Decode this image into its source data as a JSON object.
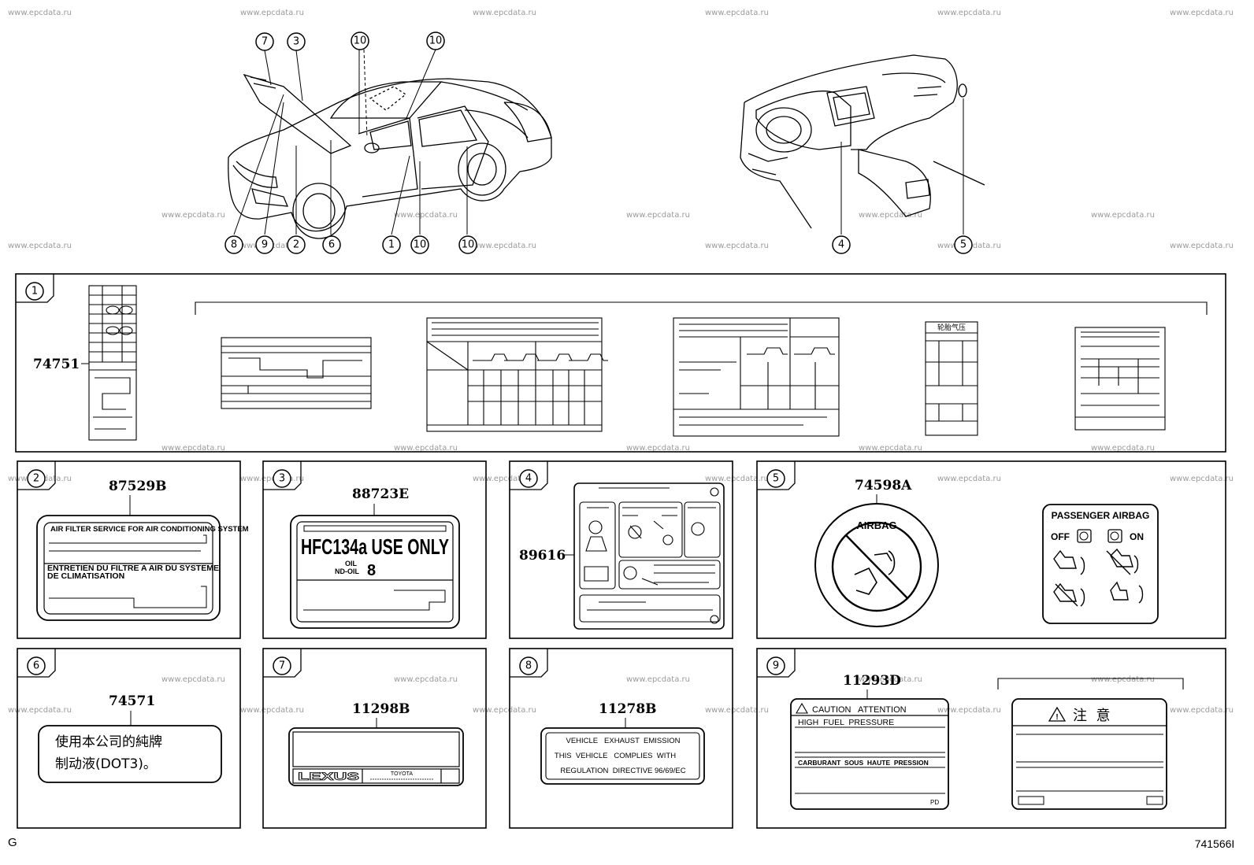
{
  "watermark": "www.epcdata.ru",
  "diagram_id": "741566I",
  "corner_letter": "G",
  "callouts": {
    "c1": "1",
    "c2": "2",
    "c3": "3",
    "c4": "4",
    "c5": "5",
    "c6": "6",
    "c7": "7",
    "c8": "8",
    "c9": "9",
    "c10": "10"
  },
  "part_numbers": {
    "p1": "74751",
    "p2": "87529B",
    "p3": "88723E",
    "p4": "89616",
    "p5": "74598A",
    "p6": "74571",
    "p7": "11298B",
    "p8": "11278B",
    "p9": "11293D"
  },
  "labels": {
    "ac_filter_en": "AIR FILTER SERVICE FOR AIR CONDITIONING SYSTEM",
    "ac_filter_fr1": "ENTRETIEN DU FILTRE A AIR DU SYSTEME",
    "ac_filter_fr2": "DE CLIMATISATION",
    "hfc": "HFC134a USE ONLY",
    "oil1": "OIL",
    "oil2": "ND-OIL",
    "oil_num": "8",
    "airbag": "AIRBAG",
    "passenger_airbag": "PASSENGER AIRBAG",
    "off": "OFF",
    "on": "ON",
    "brake_fluid_1": "使用本公司的純牌",
    "brake_fluid_2": "制动液(DOT3)。",
    "lexus": "LEXUS",
    "toyota": "TOYOTA",
    "emission_1": "VEHICLE   EXHAUST  EMISSION",
    "emission_2": "THIS  VEHICLE   COMPLIES  WITH",
    "emission_3": "REGULATION  DIRECTIVE 96/69/EC",
    "caution": "CAUTION   ATTENTION",
    "high_fuel": "HIGH  FUEL  PRESSURE",
    "carburant": "CARBURANT  SOUS  HAUTE  PRESSION",
    "pd": "PD",
    "chuyi": "注  意",
    "cn_small": "轮胎气压"
  }
}
